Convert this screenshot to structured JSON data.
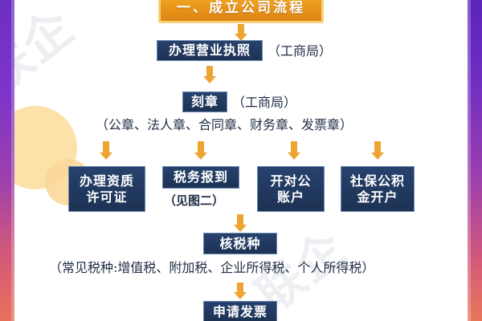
{
  "theme": {
    "banner_fill": "#e8941a",
    "banner_border": "#f5d37a",
    "box_fill": "#21395f",
    "box_border": "#6d89b4",
    "arrow_color": "#eda431",
    "edge_gradient_start": "#6d2fc4",
    "edge_gradient_end": "#e8715b",
    "blob_color": "#fcdfa3",
    "anno_text_color": "#1f2d44",
    "watermark_color": "#eceef1"
  },
  "title": {
    "text": "一、成立公司流程"
  },
  "watermarks": {
    "top_left": "联企",
    "bottom_right": "联企"
  },
  "flow": {
    "steps": [
      {
        "id": "business-license",
        "box_label": "办理营业执照",
        "side_note": "（工商局）"
      },
      {
        "id": "carve-seal",
        "box_label": "刻章",
        "side_note": "（工商局）",
        "below_note": "（公章、法人章、合同章、财务章、发票章）"
      },
      {
        "id": "qualification-permit",
        "box_label": "办理资质\n许可证"
      },
      {
        "id": "tax-registration",
        "box_label": "税务报到",
        "below_note": "（见图二）"
      },
      {
        "id": "corporate-account",
        "box_label": "开对公\n账户"
      },
      {
        "id": "social-insurance",
        "box_label": "社保公积\n金开户"
      },
      {
        "id": "tax-type-verification",
        "box_label": "核税种",
        "below_note": "（常见税种:增值税、附加税、企业所得税、个人所得税）"
      },
      {
        "id": "apply-invoice",
        "box_label": "申请发票"
      }
    ],
    "arrow_count": 7
  }
}
